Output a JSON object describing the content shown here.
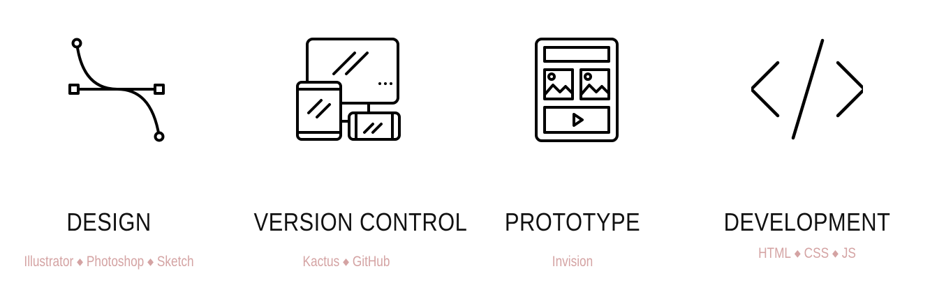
{
  "colors": {
    "icon_stroke": "#000000",
    "title": "#111111",
    "tags": "#d4a3a3"
  },
  "separator": "◆",
  "cards": [
    {
      "icon": "bezier-curve-icon",
      "title": "DESIGN",
      "tags": [
        "Illustrator",
        "Photoshop",
        "Sketch"
      ]
    },
    {
      "icon": "devices-icon",
      "title": "VERSION CONTROL",
      "tags": [
        "Kactus",
        "GitHub"
      ]
    },
    {
      "icon": "wireframe-layout-icon",
      "title": "PROTOTYPE",
      "tags": [
        "Invision"
      ]
    },
    {
      "icon": "code-brackets-icon",
      "title": "DEVELOPMENT",
      "tags": [
        "HTML",
        "CSS",
        "JS"
      ]
    }
  ]
}
